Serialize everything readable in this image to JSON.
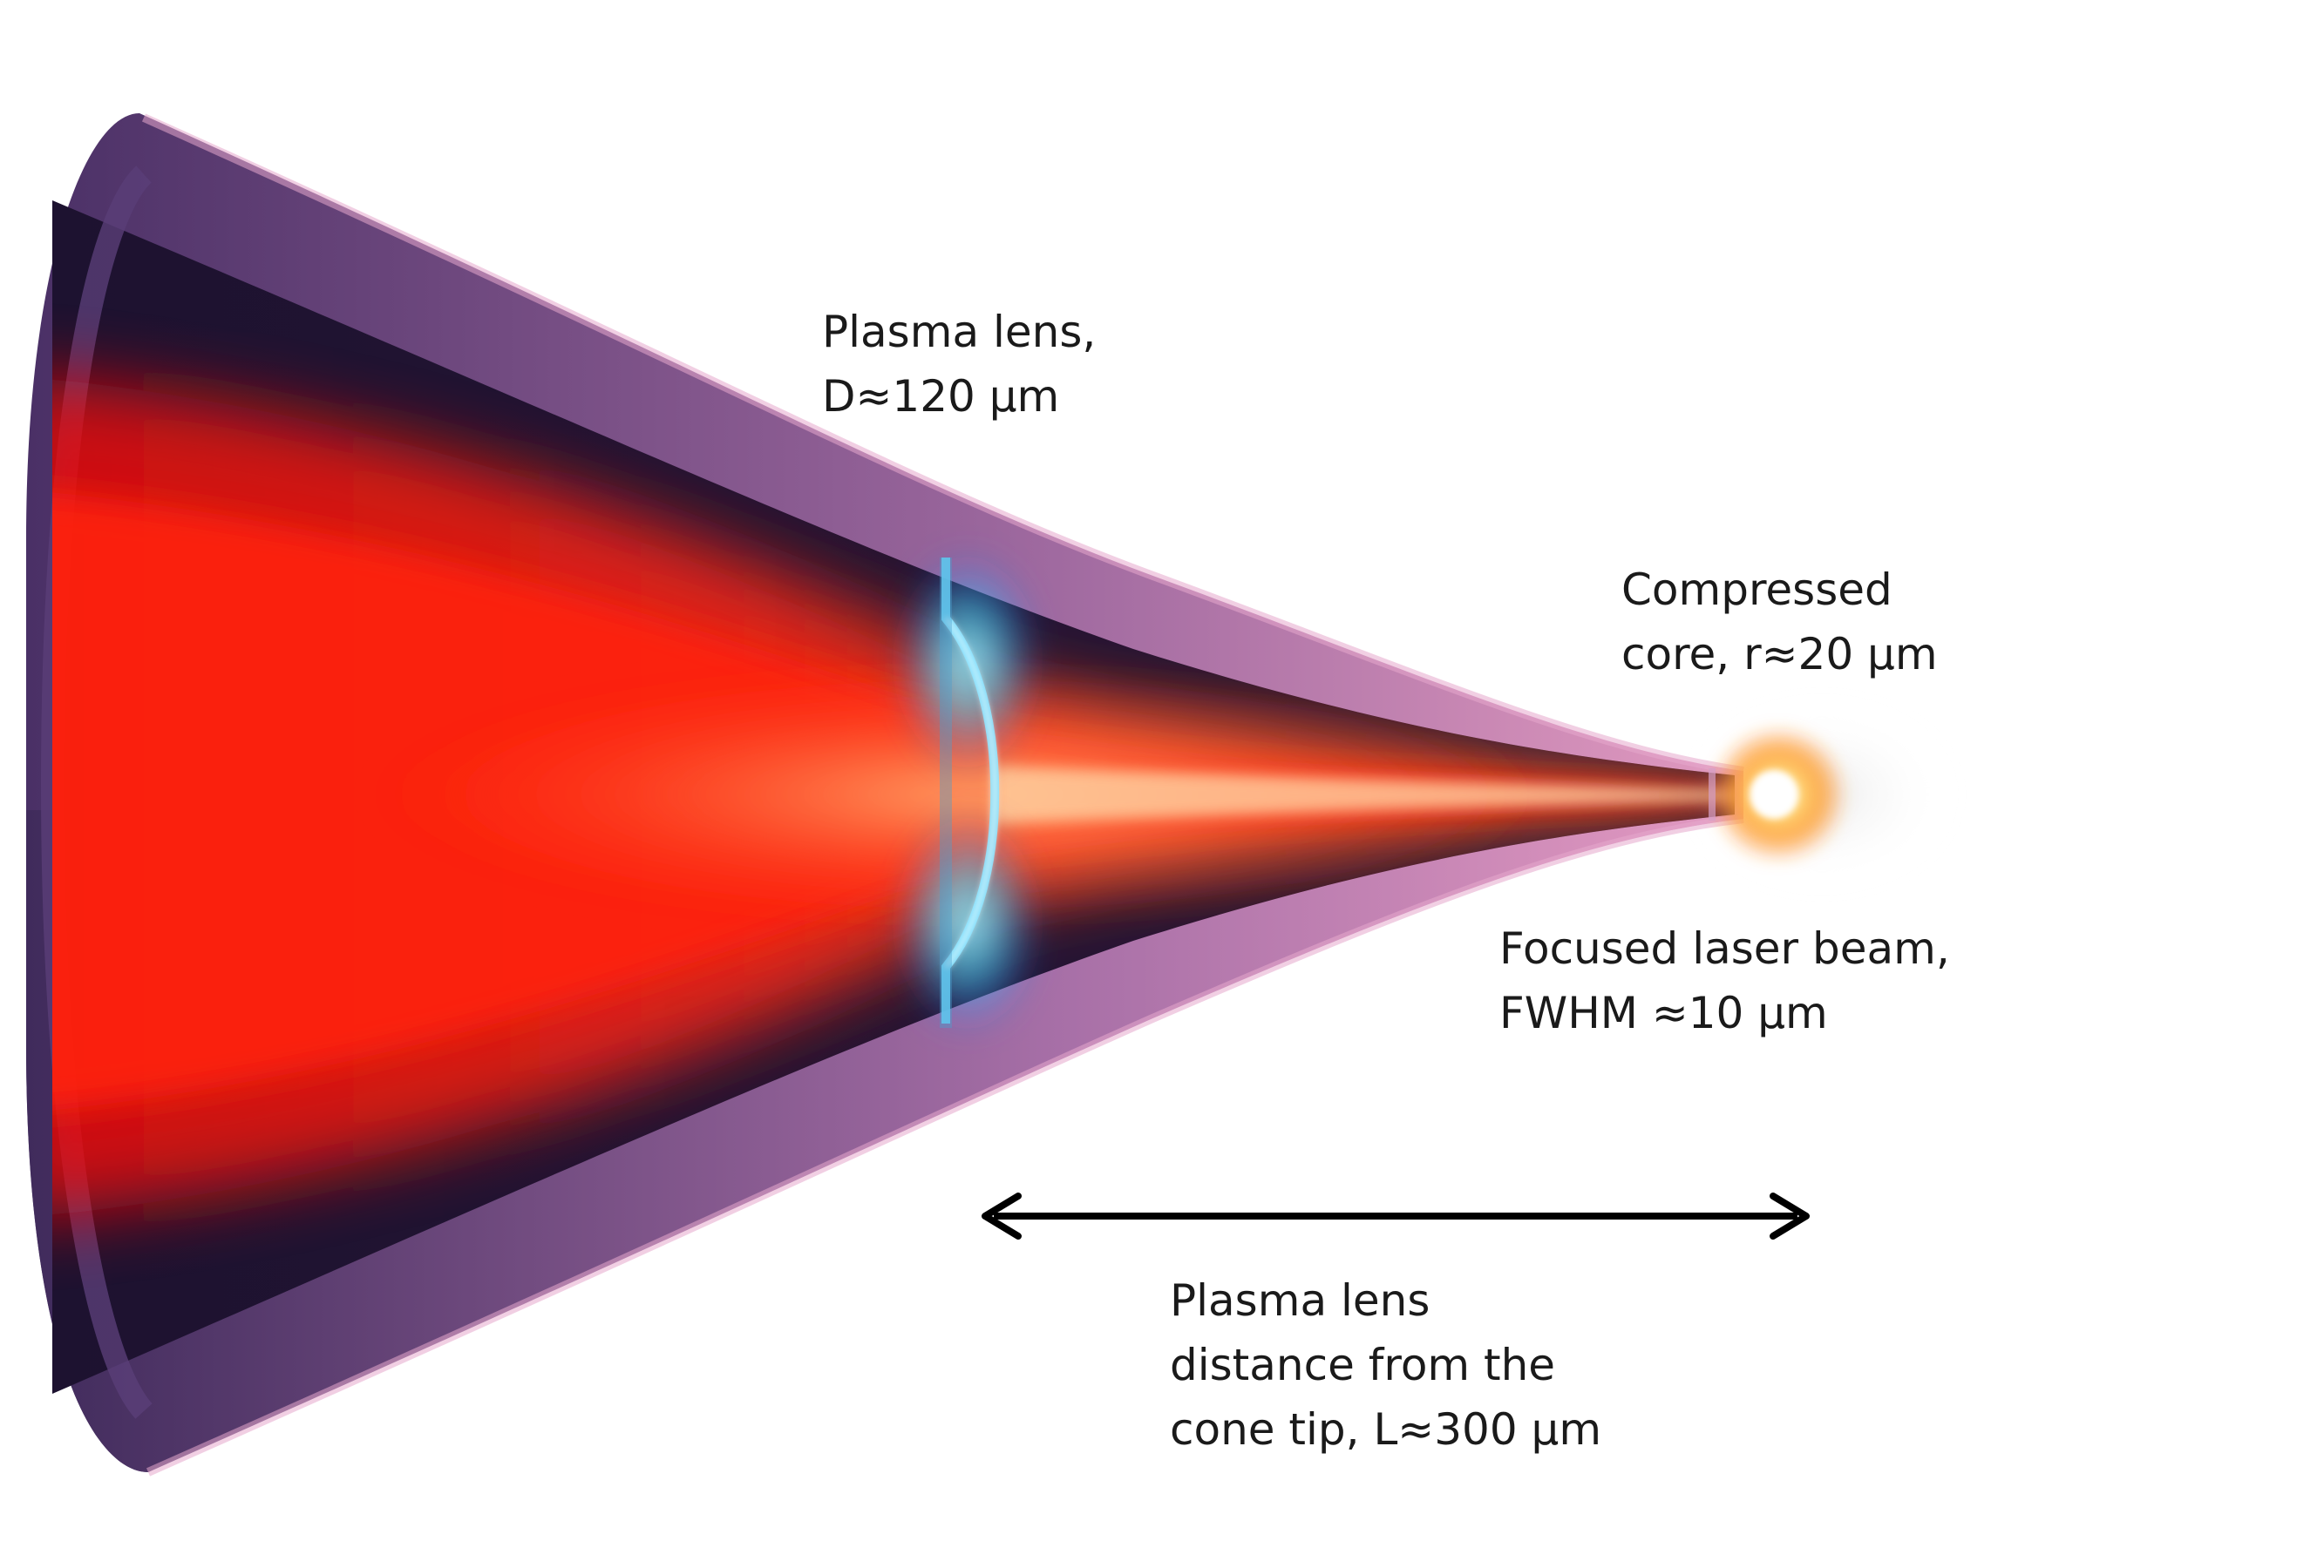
{
  "labels": {
    "plasma_lens": {
      "line1": "Plasma lens,",
      "line2": "D≈120 µm"
    },
    "compressed_core": {
      "line1": "Compressed",
      "line2": "core, r≈20 µm"
    },
    "focused_beam": {
      "line1": "Focused laser beam,",
      "line2": "FWHM ≈10 µm"
    },
    "lens_distance": {
      "line1": "Plasma lens",
      "line2": "distance from the",
      "line3": "cone tip, L≈300 µm"
    }
  },
  "colors": {
    "cone_wall": "#6b4a86",
    "cone_rim": "#d98ab6",
    "cone_interior": "#1a0f2c",
    "laser": "#ff1a10",
    "lens_glow": "#38d8ff",
    "core_glow": "#ffb020",
    "arrow": "#000000"
  }
}
